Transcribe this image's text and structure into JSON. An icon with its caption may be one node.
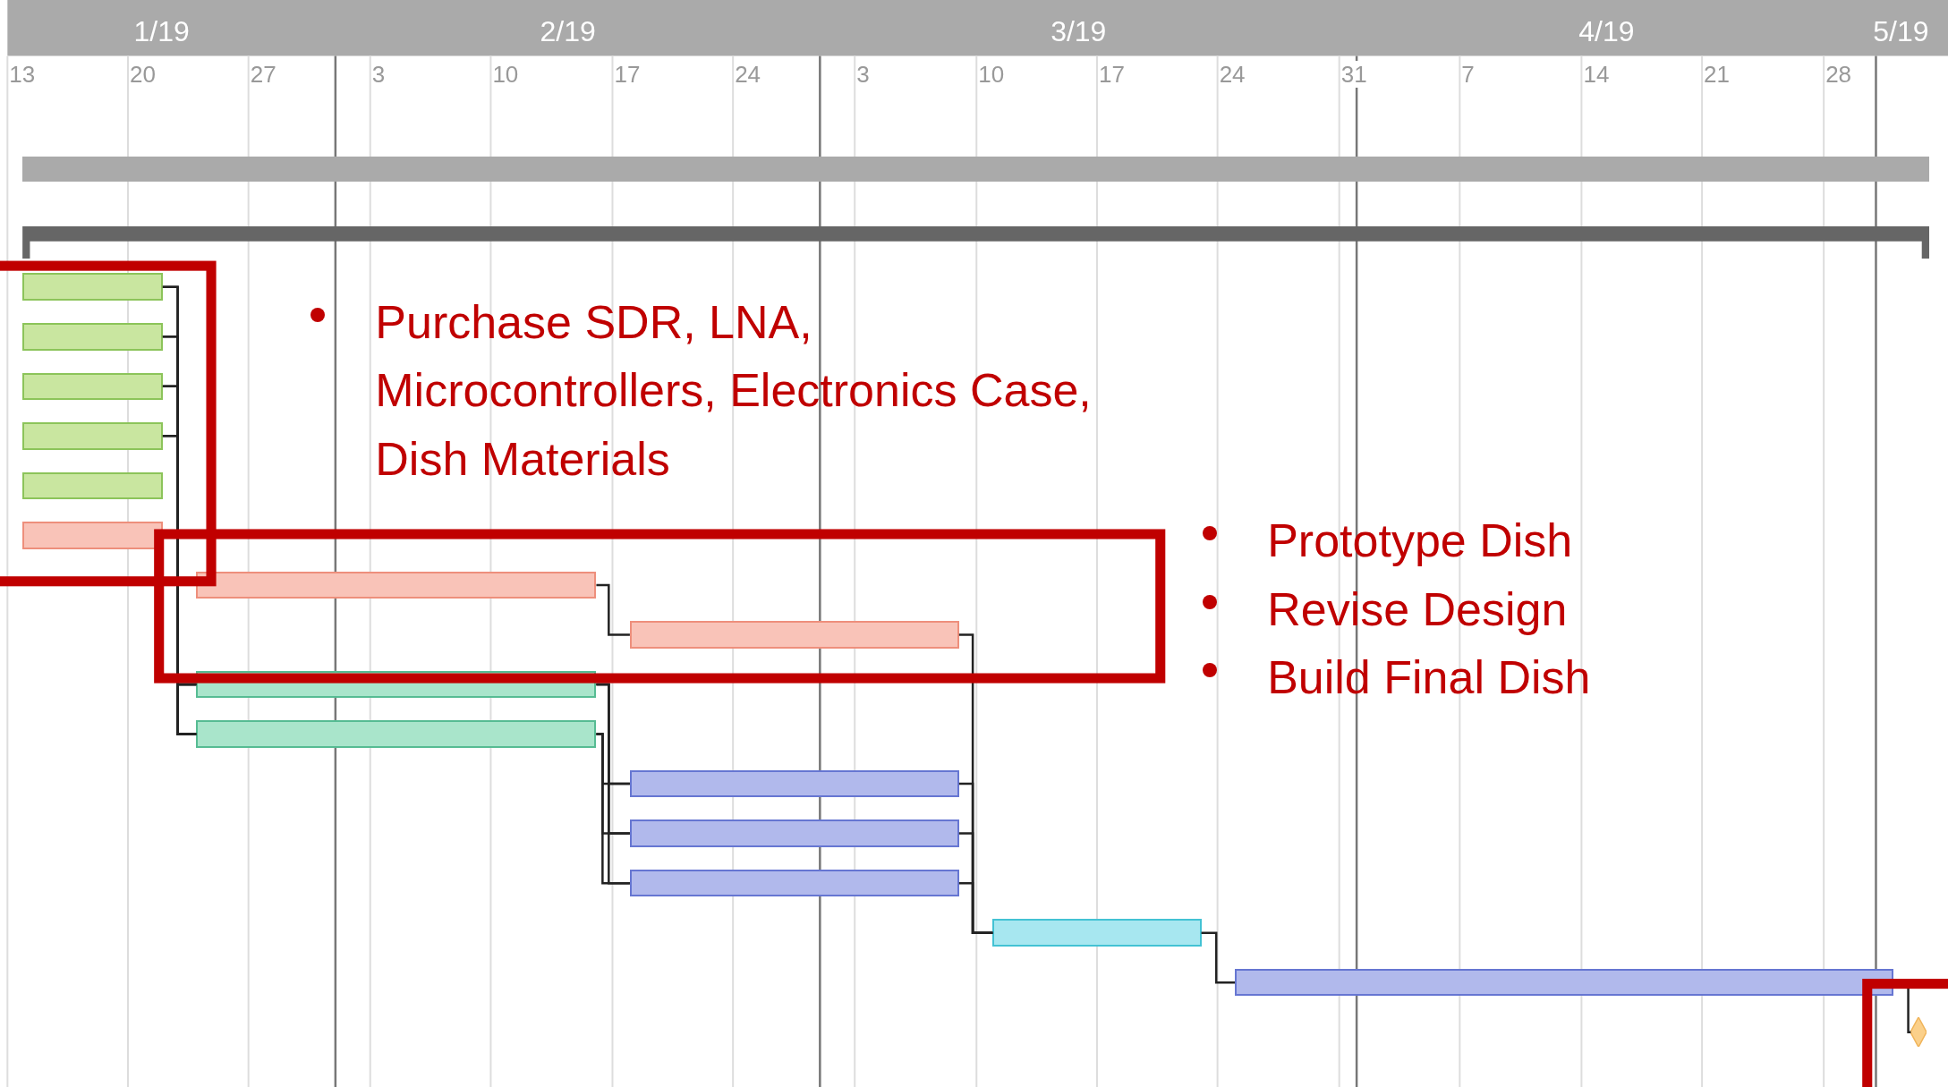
{
  "diagram": {
    "nodes": [
      {
        "text": [],
        "shape": "bar"
      },
      {
        "text": [],
        "shape": "bar"
      },
      {
        "text": [],
        "shape": "bar"
      },
      {
        "text": [],
        "shape": "bar"
      },
      {
        "text": [],
        "shape": "bar"
      },
      {
        "text": [],
        "shape": "bar"
      },
      {
        "text": [],
        "shape": "bar"
      },
      {
        "text": [],
        "shape": "bar"
      },
      {
        "text": [],
        "shape": "bar"
      },
      {
        "text": [],
        "shape": "bar"
      },
      {
        "text": [],
        "shape": "bar"
      },
      {
        "text": [],
        "shape": "bar"
      },
      {
        "text": [],
        "shape": "bar"
      },
      {
        "text": [],
        "shape": "bar"
      },
      {
        "text": [],
        "shape": "bar"
      },
      {
        "text": [],
        "shape": "bar"
      },
      {
        "text": [],
        "shape": "bar"
      },
      {
        "text": [],
        "shape": "diamond"
      }
    ],
    "edges": [
      {
        "from": 2,
        "to": 10,
        "arrow": "none"
      },
      {
        "from": 2,
        "to": 11,
        "arrow": "none"
      },
      {
        "from": 3,
        "to": 10,
        "arrow": "none"
      },
      {
        "from": 3,
        "to": 11,
        "arrow": "none"
      },
      {
        "from": 4,
        "to": 10,
        "arrow": "none"
      },
      {
        "from": 4,
        "to": 11,
        "arrow": "none"
      },
      {
        "from": 5,
        "to": 10,
        "arrow": "none"
      },
      {
        "from": 5,
        "to": 11,
        "arrow": "none"
      },
      {
        "from": 8,
        "to": 9,
        "arrow": "none"
      },
      {
        "from": 10,
        "to": 12,
        "arrow": "none"
      },
      {
        "from": 10,
        "to": 13,
        "arrow": "none"
      },
      {
        "from": 10,
        "to": 14,
        "arrow": "none"
      },
      {
        "from": 11,
        "to": 12,
        "arrow": "none"
      },
      {
        "from": 11,
        "to": 13,
        "arrow": "none"
      },
      {
        "from": 11,
        "to": 14,
        "arrow": "none"
      },
      {
        "from": 9,
        "to": 15,
        "arrow": "none"
      },
      {
        "from": 12,
        "to": 15,
        "arrow": "none"
      },
      {
        "from": 13,
        "to": 15,
        "arrow": "none"
      },
      {
        "from": 14,
        "to": 15,
        "arrow": "none"
      },
      {
        "from": 15,
        "to": 16,
        "arrow": "none"
      },
      {
        "from": 16,
        "to": 17,
        "arrow": "none"
      }
    ],
    "labels": [
      "1/19",
      "2/19",
      "3/19",
      "4/19",
      "5/19",
      "13",
      "20",
      "27",
      "3",
      "10",
      "17",
      "24",
      "3",
      "10",
      "17",
      "24",
      "31",
      "7",
      "14",
      "21",
      "28",
      "Purchase SDR, LNA, Microcontrollers, Electronics Case, Dish Materials",
      "Prototype Dish",
      "Revise Design",
      "Build Final Dish"
    ]
  }
}
